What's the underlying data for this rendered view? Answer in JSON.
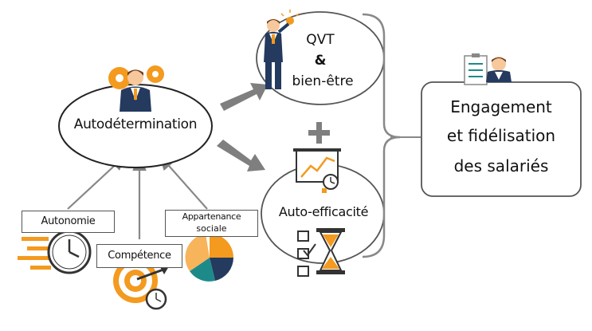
{
  "nodes": {
    "autodetermination": "Autodétermination",
    "qvt_line1": "QVT",
    "qvt_line2": "&",
    "qvt_line3": "bien-être",
    "auto_efficacite": "Auto-efficacité",
    "engagement_line1": "Engagement",
    "engagement_line2": "et fidélisation",
    "engagement_line3": "des salariés",
    "autonomie": "Autonomie",
    "competence": "Compétence",
    "appartenance_line1": "Appartenance",
    "appartenance_line2": "sociale",
    "plus_sign": "+"
  },
  "icons": [
    "businessman-gears-icon",
    "businessman-idea-icon",
    "businessman-clipboard-icon",
    "chart-presentation-icon",
    "checklist-icon",
    "hourglass-icon",
    "clock-speed-icon",
    "target-clock-icon",
    "pie-chart-icon"
  ],
  "colors": {
    "orange": "#f39a1f",
    "navy": "#243a5e",
    "teal": "#1d8a8a",
    "grey": "#7f7f7f"
  }
}
